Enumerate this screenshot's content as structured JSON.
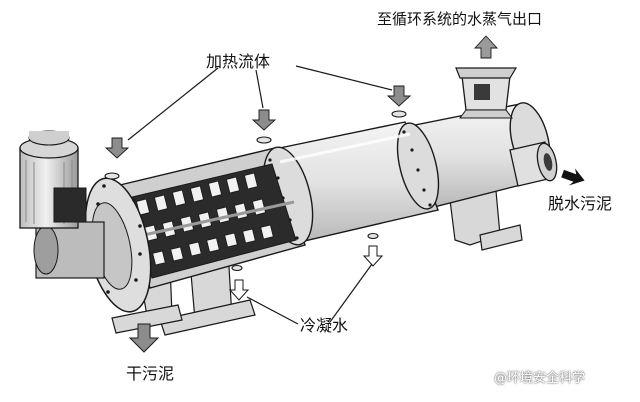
{
  "labels": {
    "vapor_outlet": "至循环系统的水蒸气出口",
    "heating_fluid": "加热流体",
    "dewatered_sludge": "脱水污泥",
    "condensate": "冷凝水",
    "dry_sludge": "干污泥",
    "watermark": "@环境安全科学"
  },
  "colors": {
    "line": "#1a1a1a",
    "shell": "#e6e6e6",
    "shell_shadow": "#b5b5b5",
    "arrow_gray": "#8c8c8c",
    "inner_dark": "#222222"
  }
}
